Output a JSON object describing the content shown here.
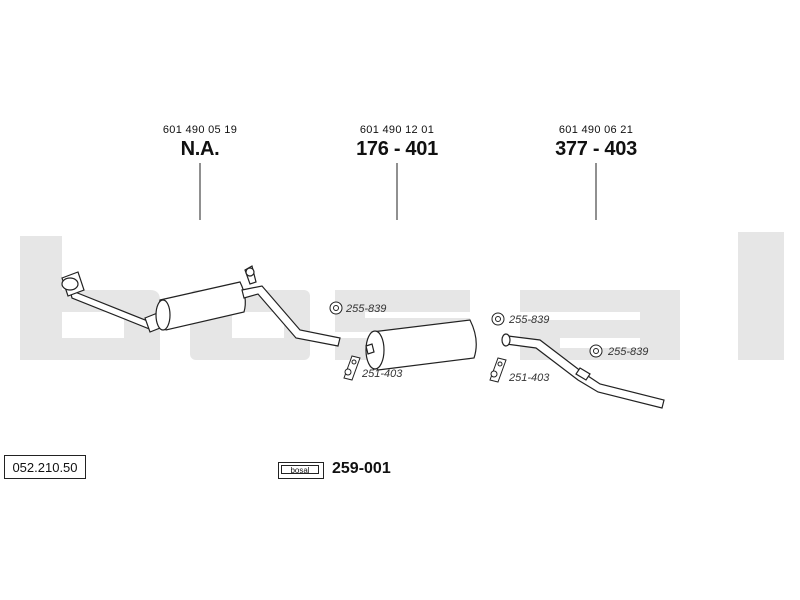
{
  "diagram_id": "052.210.50",
  "watermark_brand": "bosal",
  "colors": {
    "watermark": "#e6e6e6",
    "line": "#222222",
    "fill": "#ffffff"
  },
  "parts": [
    {
      "oem_number": "601 490 05 19",
      "part_number": "N.A."
    },
    {
      "oem_number": "601 490 12 01",
      "part_number": "176 - 401"
    },
    {
      "oem_number": "601 490 06 21",
      "part_number": "377 - 403"
    }
  ],
  "fittings": {
    "rubber_mount": "255-839",
    "clamp": "251-403"
  },
  "fitting_icons": {
    "rubber_mount": "rubber-mount-icon",
    "clamp": "clamp-icon"
  },
  "kit": {
    "badge": "bosal",
    "number": "259-001"
  }
}
